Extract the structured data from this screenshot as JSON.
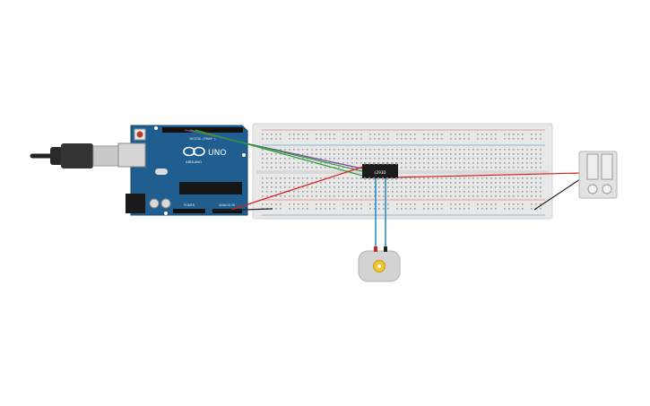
{
  "canvas": {
    "background": "#ffffff"
  },
  "arduino": {
    "board_color": "#1f5e8f",
    "logo_text": "UNO",
    "brand_text": "ARDUINO",
    "digital_header_label": "DIGITAL (PWM~)",
    "power_header_label": "POWER",
    "analog_header_label": "ANALOG IN"
  },
  "usb_cable": {
    "icon": "usb-plug-icon"
  },
  "breadboard": {
    "color": "#e8e8e8",
    "rail_red": "#d9534f",
    "rail_blue": "#3a7fc1"
  },
  "motor_driver": {
    "chip_label": "L293D"
  },
  "dc_motor": {
    "icon": "dc-motor-icon"
  },
  "battery_pack": {
    "icon": "battery-icon"
  },
  "wires": {
    "colors": {
      "purple": "#7b3fa1",
      "green": "#2e9b3a",
      "red": "#d62020",
      "black": "#222222",
      "blue": "#2b8fc9"
    }
  }
}
